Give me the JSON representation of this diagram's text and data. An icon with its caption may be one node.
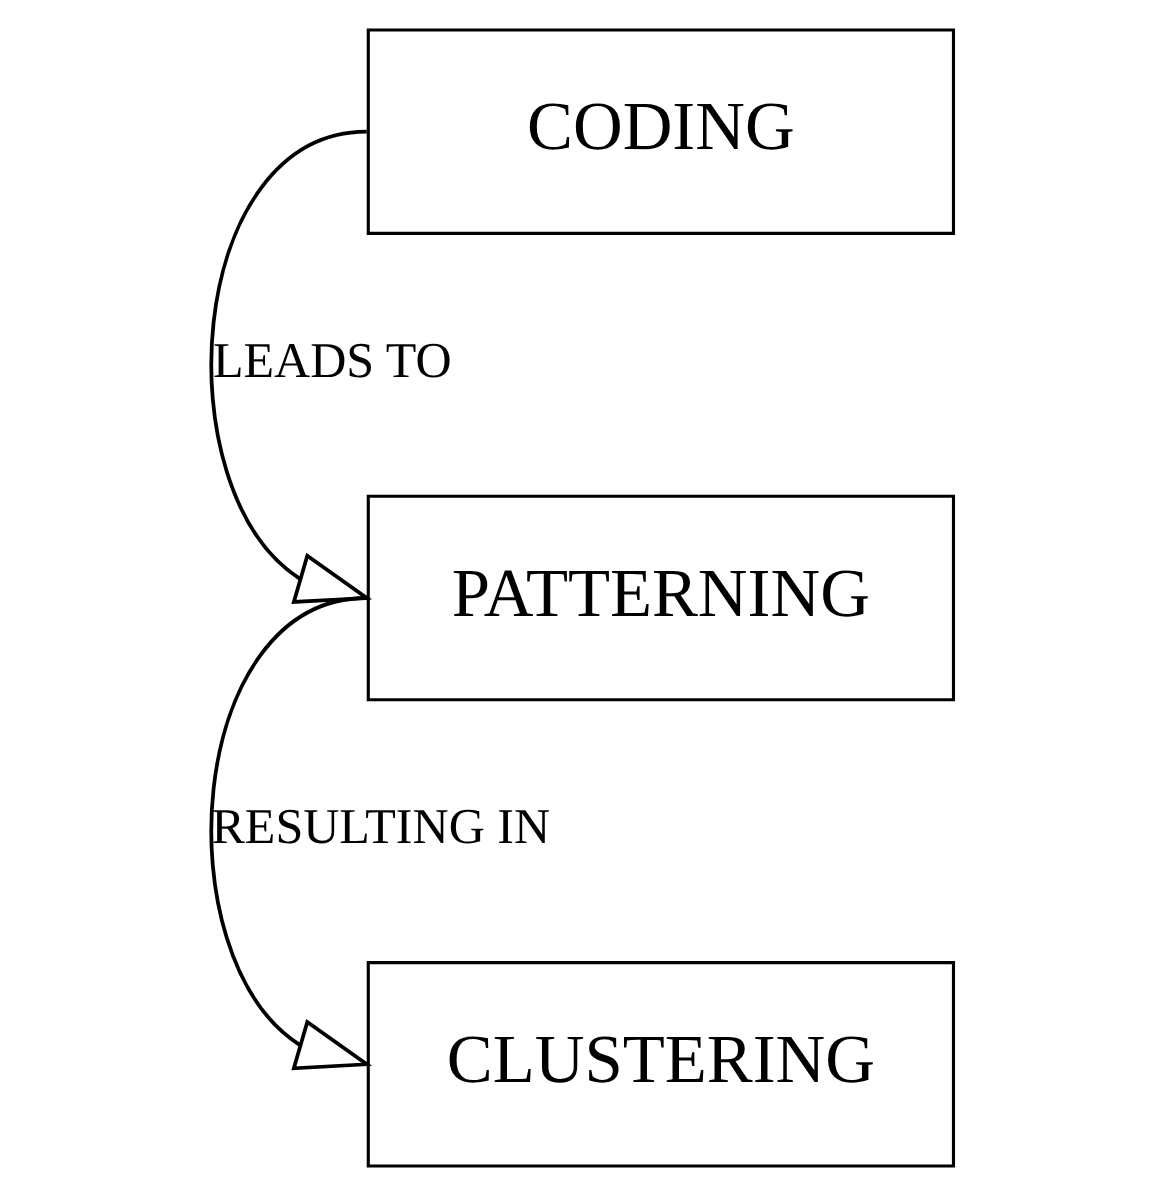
{
  "diagram": {
    "nodes": [
      {
        "text": [
          "CODING"
        ]
      },
      {
        "text": [
          "PATTERNING"
        ]
      },
      {
        "text": [
          "CLUSTERING"
        ]
      }
    ],
    "edges": [
      {
        "from": 0,
        "to": 1,
        "arrow": "to",
        "label": "LEADS TO"
      },
      {
        "from": 1,
        "to": 2,
        "arrow": "to",
        "label": "RESULTING IN"
      }
    ]
  }
}
